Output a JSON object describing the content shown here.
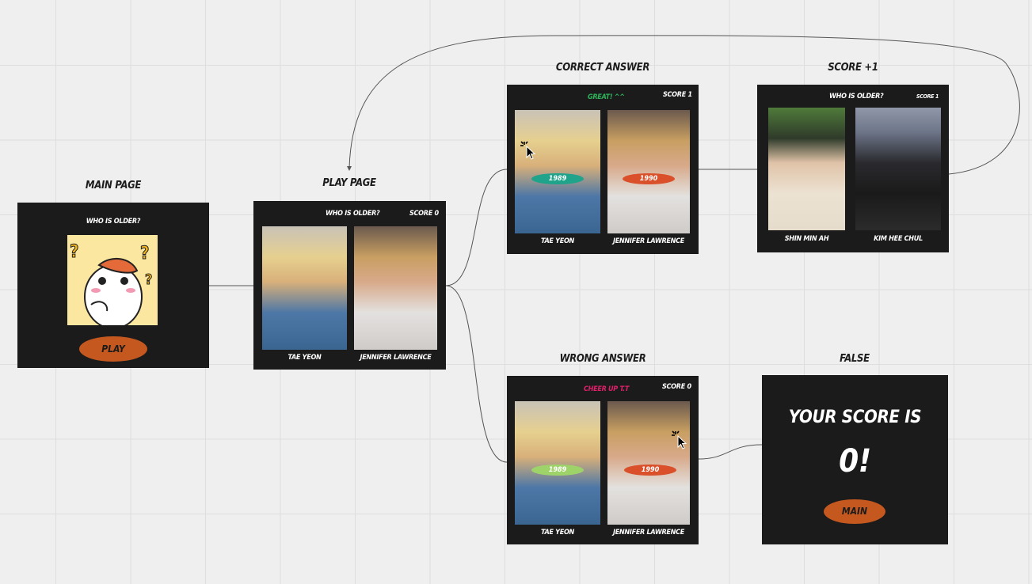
{
  "frames": {
    "main_page": {
      "title": "MAIN PAGE",
      "question": "WHO IS OLDER?",
      "play_button": "PLAY",
      "mascot_icon": "hamster-question-icon"
    },
    "play_page": {
      "title": "PLAY PAGE",
      "question": "WHO IS OLDER?",
      "score": "SCORE 0",
      "left_name": "TAE YEON",
      "right_name": "JENNIFER LAWRENCE"
    },
    "correct_answer": {
      "title": "CORRECT ANSWER",
      "feedback": "GREAT! ^^",
      "score": "SCORE 1",
      "left_year": "1989",
      "right_year": "1990",
      "left_name": "TAE YEON",
      "right_name": "JENNIFER LAWRENCE"
    },
    "score_plus": {
      "title": "SCORE +1",
      "question": "WHO IS OLDER?",
      "score": "SCORE 1",
      "left_name": "SHIN MIN AH",
      "right_name": "KIM HEE CHUL"
    },
    "wrong_answer": {
      "title": "WRONG ANSWER",
      "feedback": "CHEER UP T.T",
      "score": "SCORE 0",
      "left_year": "1989",
      "right_year": "1990",
      "left_name": "TAE YEON",
      "right_name": "JENNIFER LAWRENCE"
    },
    "false_page": {
      "title": "FALSE",
      "line1": "YOUR SCORE IS",
      "line2": "0!",
      "main_button": "MAIN"
    }
  },
  "colors": {
    "frame_bg": "#1b1b1b",
    "button": "#c4581f",
    "feedback_green": "#2db45a",
    "feedback_pink": "#e0206a",
    "year_teal": "#1fa38a",
    "year_red": "#d9502a",
    "year_lightgreen": "#9ed36a"
  }
}
